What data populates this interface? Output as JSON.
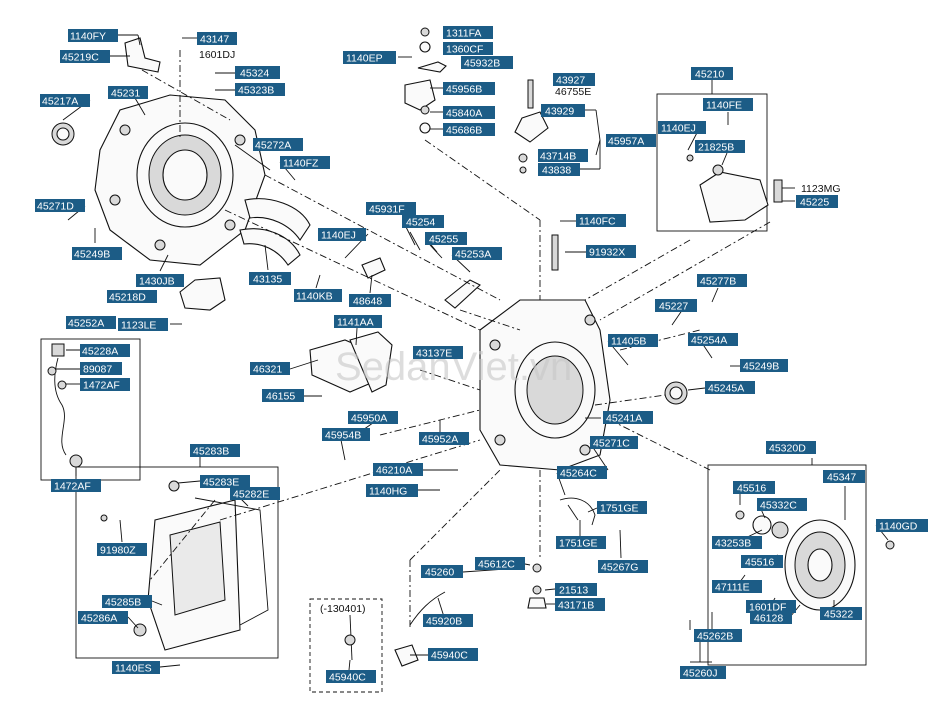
{
  "labels": {
    "l_1140FY": "1140FY",
    "l_45219C": "45219C",
    "l_43147": "43147",
    "l_45324": "45324",
    "l_45323B": "45323B",
    "l_45217A": "45217A",
    "l_45231": "45231",
    "l_45272A": "45272A",
    "l_1140FZ": "1140FZ",
    "l_45271D": "45271D",
    "l_45249B_l": "45249B",
    "l_1430JB": "1430JB",
    "l_45218D": "45218D",
    "l_43135": "43135",
    "l_1140KB": "1140KB",
    "l_1123LE": "1123LE",
    "l_45252A": "45252A",
    "l_45228A": "45228A",
    "l_89087": "89087",
    "l_1472AF_t": "1472AF",
    "l_1472AF_b": "1472AF",
    "l_1311FA": "1311FA",
    "l_1360CF": "1360CF",
    "l_1140EP": "1140EP",
    "l_45932B": "45932B",
    "l_45956B": "45956B",
    "l_45840A": "45840A",
    "l_45686B": "45686B",
    "l_43927": "43927",
    "l_43929": "43929",
    "l_45957A": "45957A",
    "l_43714B": "43714B",
    "l_43838": "43838",
    "l_45210": "45210",
    "l_1140FE": "1140FE",
    "l_1140EJ_r": "1140EJ",
    "l_21825B": "21825B",
    "l_45225": "45225",
    "l_45931F": "45931F",
    "l_45254": "45254",
    "l_1140EJ_m": "1140EJ",
    "l_45255": "45255",
    "l_45253A": "45253A",
    "l_48648": "48648",
    "l_1140FC": "1140FC",
    "l_91932X": "91932X",
    "l_45277B": "45277B",
    "l_45227": "45227",
    "l_1141AA": "1141AA",
    "l_43137E": "43137E",
    "l_46321": "46321",
    "l_46155": "46155",
    "l_11405B": "11405B",
    "l_45254A": "45254A",
    "l_45249B_r": "45249B",
    "l_45245A": "45245A",
    "l_45950A": "45950A",
    "l_45954B": "45954B",
    "l_45952A": "45952A",
    "l_45241A": "45241A",
    "l_45271C": "45271C",
    "l_46210A": "46210A",
    "l_45264C": "45264C",
    "l_1140HG": "1140HG",
    "l_1751GE_a": "1751GE",
    "l_1751GE_b": "1751GE",
    "l_45267G": "45267G",
    "l_45283B": "45283B",
    "l_45283E": "45283E",
    "l_45282E": "45282E",
    "l_91980Z": "91980Z",
    "l_45285B": "45285B",
    "l_45286A": "45286A",
    "l_1140ES": "1140ES",
    "l_45260": "45260",
    "l_45612C": "45612C",
    "l_21513": "21513",
    "l_43171B": "43171B",
    "l_45920B": "45920B",
    "l_45940C_r": "45940C",
    "l_45940C_box": "45940C",
    "l_45320D": "45320D",
    "l_45347": "45347",
    "l_45516_a": "45516",
    "l_45332C": "45332C",
    "l_1140GD": "1140GD",
    "l_43253B": "43253B",
    "l_45516_b": "45516",
    "l_47111E": "47111E",
    "l_1601DF": "1601DF",
    "l_46128": "46128",
    "l_45322": "45322",
    "l_45262B": "45262B",
    "l_45260J": "45260J"
  },
  "plain_text": {
    "t_1601DJ": "1601DJ",
    "t_46755E": "46755E",
    "t_1123MG": "1123MG",
    "t_variant": "(-130401)"
  },
  "watermark": "SedanViet.vn",
  "colors": {
    "label_fill": "#1c5c86",
    "label_text": "#ffffff",
    "line": "#111111"
  }
}
